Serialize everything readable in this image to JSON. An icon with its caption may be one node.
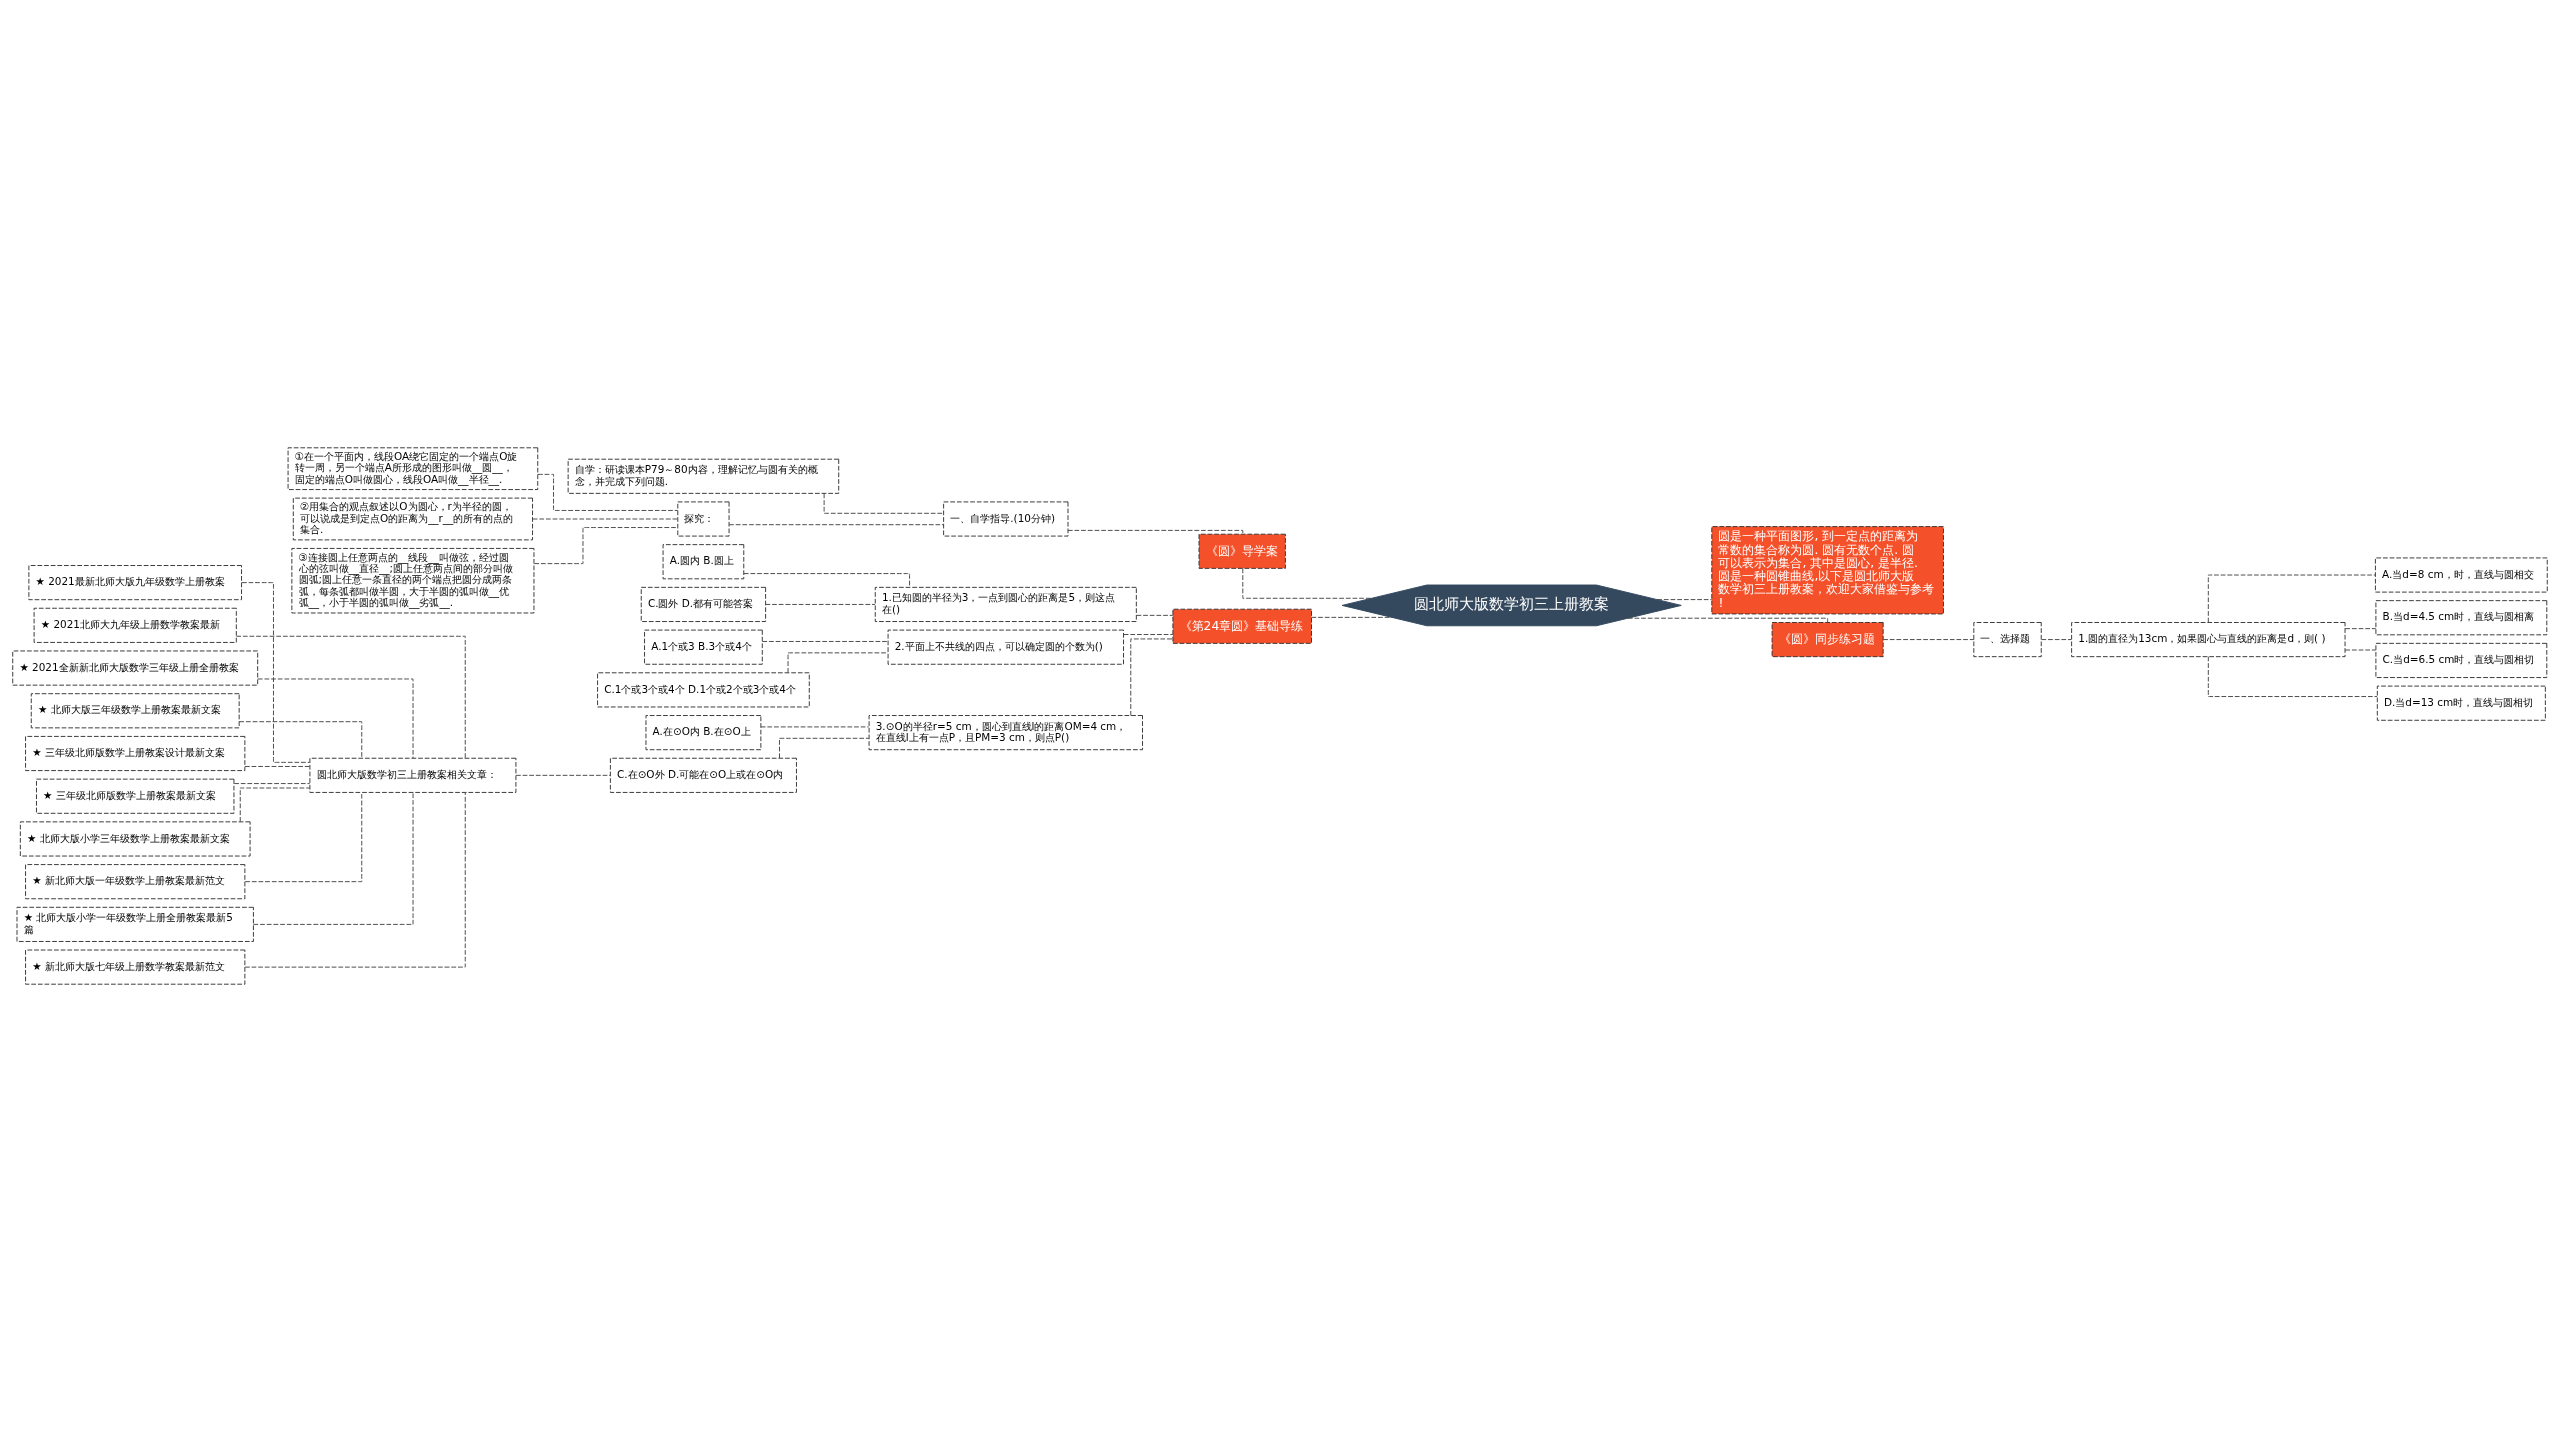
{
  "diagram": {
    "nodes": [
      {
        "text": [
          "圆北师大版数学初三上册教案"
        ]
      },
      {
        "text": [
          "《圆》导学案"
        ]
      },
      {
        "text": [
          "一、自学指导.(10分钟)"
        ]
      },
      {
        "text": [
          "自学：研读课本P79～80内容，理解记忆与圆有关的概念，并完成下列问题."
        ]
      },
      {
        "text": [
          "探究："
        ]
      },
      {
        "text": [
          "①在一个平面内，线段OA绕它固定的一个端点O旋转一周，另一个端点A所形成的图形叫做__圆__，固定的端点O叫做圆心，线段OA叫做__半径__."
        ]
      },
      {
        "text": [
          "②用集合的观点叙述以O为圆心，r为半径的圆，可以说成是到定点O的距离为__r__的所有的点的集合."
        ]
      },
      {
        "text": [
          "③连接圆上任意两点的__线段__叫做弦，经过圆心的弦叫做__直径__;圆上任意两点间的部分叫做圆弧;圆上任意一条直径的两个端点把圆分成两条弧，每条弧都叫做半圆，大于半圆的弧叫做__优弧__，小于半圆的弧叫做__劣弧__."
        ]
      },
      {
        "text": [
          "《第24章圆》基础导练"
        ]
      },
      {
        "text": [
          "1.已知圆的半径为3，一点到圆心的距离是5，则这点在()"
        ]
      },
      {
        "text": [
          "A.圆内 B.圆上"
        ]
      },
      {
        "text": [
          "C.圆外 D.都有可能答案"
        ]
      },
      {
        "text": [
          "2.平面上不共线的四点，可以确定圆的个数为()"
        ]
      },
      {
        "text": [
          "A.1个或3 B.3个或4个"
        ]
      },
      {
        "text": [
          "C.1个或3个或4个 D.1个或2个或3个或4个"
        ]
      },
      {
        "text": [
          "3.⊙O的半径r=5 cm，圆心到直线l的距离OM=4 cm，在直线l上有一点P，且PM=3 cm，则点P()"
        ]
      },
      {
        "text": [
          "A.在⊙O内 B.在⊙O上"
        ]
      },
      {
        "text": [
          "C.在⊙O外 D.可能在⊙O上或在⊙O内"
        ]
      },
      {
        "text": [
          "圆北师大版数学初三上册教案相关文章："
        ]
      },
      {
        "text": [
          "★ 2021最新北师大版九年级数学上册教案"
        ]
      },
      {
        "text": [
          "★ 2021北师大九年级上册数学教案最新"
        ]
      },
      {
        "text": [
          "★ 2021全新新北师大版数学三年级上册全册教案"
        ]
      },
      {
        "text": [
          "★ 北师大版三年级数学上册教案最新文案"
        ]
      },
      {
        "text": [
          "★ 三年级北师版数学上册教案设计最新文案"
        ]
      },
      {
        "text": [
          "★ 三年级北师版数学上册教案最新文案"
        ]
      },
      {
        "text": [
          "★ 北师大版小学三年级数学上册教案最新文案"
        ]
      },
      {
        "text": [
          "★ 新北师大版一年级数学上册教案最新范文"
        ]
      },
      {
        "text": [
          "★ 北师大版小学一年级数学上册全册教案最新5篇"
        ]
      },
      {
        "text": [
          "★ 新北师大版七年级上册数学教案最新范文"
        ]
      },
      {
        "text": [
          "圆是一种平面图形, 到一定点的距离为常数的集合称为圆. 圆有无数个点. 圆可以表示为集合, 其中是圆心, 是半径. 圆是一种圆锥曲线,以下是圆北师大版数学初三上册教案，欢迎大家借鉴与参考!"
        ]
      },
      {
        "text": [
          "《圆》同步练习题"
        ]
      },
      {
        "text": [
          "一、选择题"
        ]
      },
      {
        "text": [
          "1.圆的直径为13cm，如果圆心与直线的距离是d，则( )"
        ]
      },
      {
        "text": [
          "A.当d=8 cm，时，直线与圆相交"
        ]
      },
      {
        "text": [
          "B.当d=4.5 cm时，直线与圆相离"
        ]
      },
      {
        "text": [
          "C.当d=6.5 cm时，直线与圆相切"
        ]
      },
      {
        "text": [
          "D.当d=13 cm时，直线与圆相切"
        ]
      }
    ],
    "edges": [
      {
        "from": 0,
        "to": 1,
        "arrow": "none"
      },
      {
        "from": 1,
        "to": 2,
        "arrow": "none"
      },
      {
        "from": 2,
        "to": 3,
        "arrow": "none"
      },
      {
        "from": 2,
        "to": 4,
        "arrow": "none"
      },
      {
        "from": 4,
        "to": 5,
        "arrow": "none"
      },
      {
        "from": 4,
        "to": 6,
        "arrow": "none"
      },
      {
        "from": 4,
        "to": 7,
        "arrow": "none"
      },
      {
        "from": 0,
        "to": 8,
        "arrow": "none"
      },
      {
        "from": 8,
        "to": 9,
        "arrow": "none"
      },
      {
        "from": 9,
        "to": 10,
        "arrow": "none"
      },
      {
        "from": 9,
        "to": 11,
        "arrow": "none"
      },
      {
        "from": 8,
        "to": 12,
        "arrow": "none"
      },
      {
        "from": 12,
        "to": 13,
        "arrow": "none"
      },
      {
        "from": 12,
        "to": 14,
        "arrow": "none"
      },
      {
        "from": 8,
        "to": 15,
        "arrow": "none"
      },
      {
        "from": 15,
        "to": 16,
        "arrow": "none"
      },
      {
        "from": 15,
        "to": 17,
        "arrow": "none"
      },
      {
        "from": 17,
        "to": 18,
        "arrow": "none"
      },
      {
        "from": 18,
        "to": 19,
        "arrow": "none"
      },
      {
        "from": 18,
        "to": 20,
        "arrow": "none"
      },
      {
        "from": 18,
        "to": 21,
        "arrow": "none"
      },
      {
        "from": 18,
        "to": 22,
        "arrow": "none"
      },
      {
        "from": 18,
        "to": 23,
        "arrow": "none"
      },
      {
        "from": 18,
        "to": 24,
        "arrow": "none"
      },
      {
        "from": 18,
        "to": 25,
        "arrow": "none"
      },
      {
        "from": 18,
        "to": 26,
        "arrow": "none"
      },
      {
        "from": 18,
        "to": 27,
        "arrow": "none"
      },
      {
        "from": 18,
        "to": 28,
        "arrow": "none"
      },
      {
        "from": 0,
        "to": 29,
        "arrow": "none"
      },
      {
        "from": 0,
        "to": 30,
        "arrow": "none"
      },
      {
        "from": 30,
        "to": 31,
        "arrow": "none"
      },
      {
        "from": 31,
        "to": 32,
        "arrow": "none"
      },
      {
        "from": 32,
        "to": 33,
        "arrow": "none"
      },
      {
        "from": 32,
        "to": 34,
        "arrow": "none"
      },
      {
        "from": 32,
        "to": 35,
        "arrow": "none"
      },
      {
        "from": 32,
        "to": 36,
        "arrow": "none"
      }
    ]
  }
}
